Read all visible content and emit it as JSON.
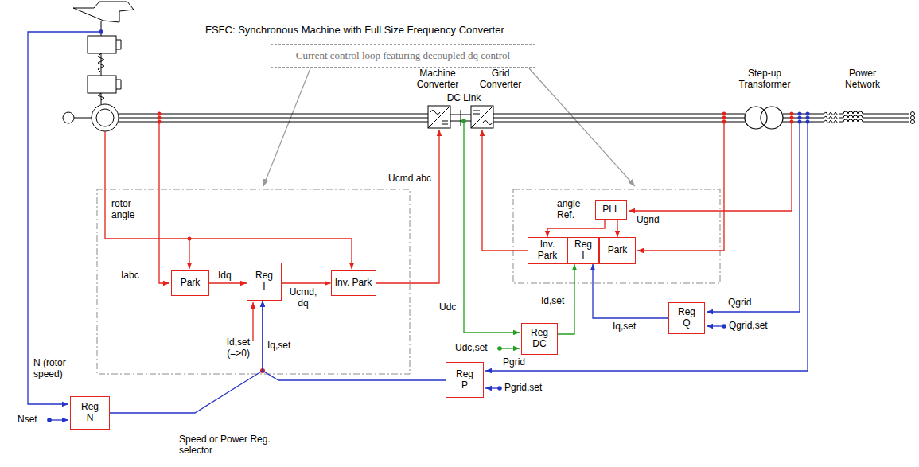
{
  "diagram": {
    "title": "FSFC: Synchronous Machine with Full Size Frequency Converter",
    "nodes": [
      {
        "text": [
          "Current control loop featuring decoupled dq control"
        ]
      },
      {
        "text": [
          "Park"
        ]
      },
      {
        "text": [
          "Reg I"
        ]
      },
      {
        "text": [
          "Inv. Park"
        ]
      },
      {
        "text": [
          "PLL"
        ]
      },
      {
        "text": [
          "Inv. Park"
        ]
      },
      {
        "text": [
          "Reg I"
        ]
      },
      {
        "text": [
          "Park"
        ]
      },
      {
        "text": [
          "Reg DC"
        ]
      },
      {
        "text": [
          "Reg Q"
        ]
      },
      {
        "text": [
          "Reg N"
        ]
      },
      {
        "text": [
          "Reg P"
        ]
      }
    ],
    "edges": [
      {
        "from": 1,
        "to": 2,
        "arrow": "to",
        "label": "Idq"
      },
      {
        "from": 2,
        "to": 3,
        "arrow": "to",
        "label": "Ucmd, dq"
      },
      {
        "from": 4,
        "to": 5,
        "arrow": "to"
      },
      {
        "from": 4,
        "to": 7,
        "arrow": "to"
      },
      {
        "from": 8,
        "to": 6,
        "arrow": "to",
        "label": "Id,set"
      },
      {
        "from": 9,
        "to": 6,
        "arrow": "to",
        "label": "Iq,set"
      },
      {
        "from": 10,
        "to": 2,
        "arrow": "to"
      },
      {
        "from": 11,
        "to": 2,
        "arrow": "to"
      }
    ],
    "labels": [
      "Machine Converter",
      "DC Link",
      "Grid Converter",
      "Step-up Transformer",
      "Power Network",
      "rotor angle",
      "Iabc",
      "Ucmd abc",
      "angle Ref.",
      "Ugrid",
      "Udc",
      "Udc,set",
      "Qgrid",
      "Qgrid,set",
      "Pgrid",
      "Pgrid,set",
      "Id,set (=>0)",
      "Iq,set",
      "N (rotor speed)",
      "Nset",
      "Speed or Power Reg. selector"
    ]
  }
}
